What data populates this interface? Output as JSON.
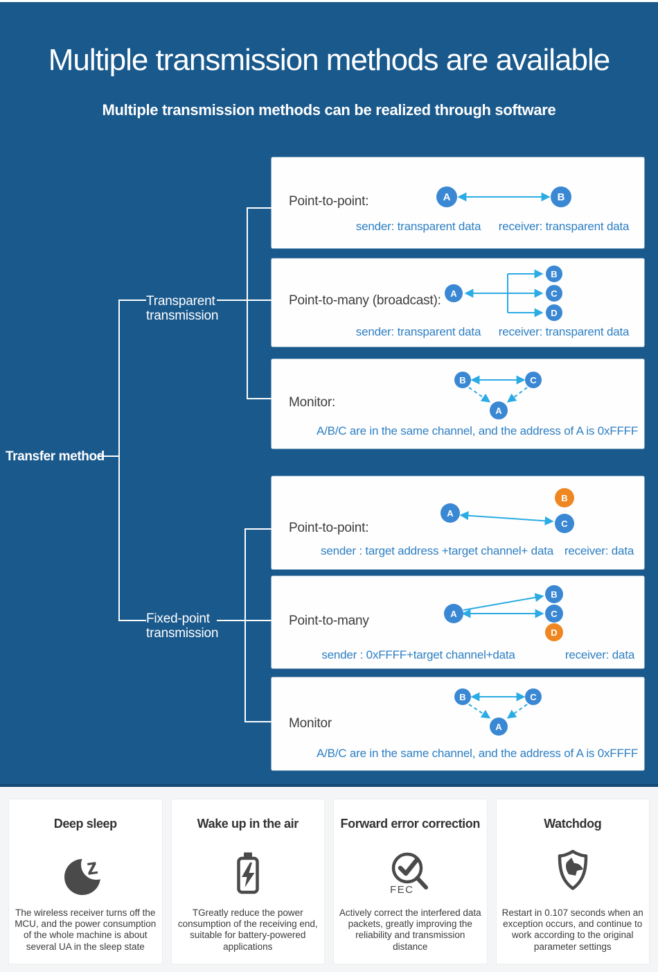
{
  "header": {
    "title": "Multiple transmission methods are available",
    "subtitle": "Multiple transmission methods can be realized through software"
  },
  "tree": {
    "root": "Transfer method",
    "branches": [
      {
        "line1": "Transparent",
        "line2": "transmission"
      },
      {
        "line1": "Fixed-point",
        "line2": "transmission"
      }
    ]
  },
  "boxes": [
    {
      "label": "Point-to-point:",
      "nodes": [
        {
          "letter": "A"
        },
        {
          "letter": "B"
        }
      ],
      "captions": [
        {
          "text": "sender: transparent data"
        },
        {
          "text": "receiver: transparent data"
        }
      ]
    },
    {
      "label": "Point-to-many (broadcast):",
      "nodes": [
        {
          "letter": "A"
        },
        {
          "letter": "B"
        },
        {
          "letter": "C"
        },
        {
          "letter": "D"
        }
      ],
      "captions": [
        {
          "text": "sender: transparent data"
        },
        {
          "text": "receiver: transparent data"
        }
      ]
    },
    {
      "label": "Monitor:",
      "nodes": [
        {
          "letter": "B"
        },
        {
          "letter": "C"
        },
        {
          "letter": "A"
        }
      ],
      "captions": [
        {
          "text": "A/B/C are in the same channel, and the address of A is 0xFFFF"
        }
      ]
    },
    {
      "label": "Point-to-point:",
      "nodes": [
        {
          "letter": "A"
        },
        {
          "letter": "B"
        },
        {
          "letter": "C"
        }
      ],
      "captions": [
        {
          "text": "sender : target address +target channel+ data"
        },
        {
          "text": "receiver: data"
        }
      ]
    },
    {
      "label": "Point-to-many",
      "nodes": [
        {
          "letter": "A"
        },
        {
          "letter": "B"
        },
        {
          "letter": "C"
        },
        {
          "letter": "D"
        }
      ],
      "captions": [
        {
          "text": "sender : 0xFFFF+target channel+data"
        },
        {
          "text": "receiver: data"
        }
      ]
    },
    {
      "label": "Monitor",
      "nodes": [
        {
          "letter": "B"
        },
        {
          "letter": "C"
        },
        {
          "letter": "A"
        }
      ],
      "captions": [
        {
          "text": "A/B/C are in the same channel, and the address of A is 0xFFFF"
        }
      ]
    }
  ],
  "features": [
    {
      "title": "Deep sleep",
      "icon": "moon-z-icon",
      "description": "The wireless receiver turns off the MCU, and the power consumption of the whole machine is about several UA in the sleep state"
    },
    {
      "title": "Wake up in the air",
      "icon": "battery-bolt-icon",
      "description": "TGreatly reduce the power consumption of the receiving end, suitable for battery-powered applications"
    },
    {
      "title": "Forward error correction",
      "icon": "fec-magnifier-icon",
      "icon_label": "FEC",
      "description": "Actively correct the interfered data packets, greatly improving the reliability and transmission distance"
    },
    {
      "title": "Watchdog",
      "icon": "watchdog-shield-icon",
      "description": "Restart in 0.107 seconds when an exception occurs, and continue to work according to the original parameter settings"
    }
  ],
  "colors": {
    "background_blue": "#1a598c",
    "divider_blue": "#134a75",
    "node_blue": "#3a87d3",
    "node_orange": "#ee8722",
    "arrow_blue": "#2aabe3",
    "caption_blue": "#2d7fc3",
    "label_gray": "#3c3c3c",
    "footer_gray": "#f4f5f6",
    "icon_gray": "#4a4a4b"
  }
}
